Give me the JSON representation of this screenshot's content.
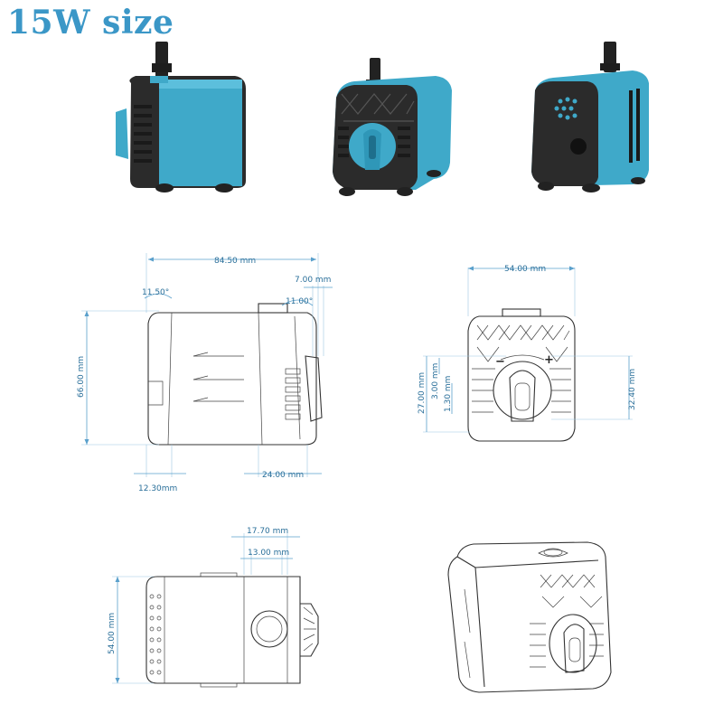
{
  "title": "15W size",
  "colors": {
    "accent_blue": "#3fa9c9",
    "body_black": "#2b2b2b",
    "title_blue": "#3b97c7",
    "dimension_blue": "#2a6f9a"
  },
  "side_view": {
    "dims": {
      "overall_length": "84.50 mm",
      "angle_left": "11.50°",
      "angle_right": "11.00°",
      "knob_depth": "7.00 mm",
      "height": "66.00 mm",
      "bottom_left": "12.30mm",
      "bottom_right": "24.00 mm"
    }
  },
  "front_view": {
    "dims": {
      "width": "54.00 mm",
      "outlet_height": "27.00 mm",
      "gap_a": "3.00 mm",
      "gap_b": "1.30 mm",
      "knob_height": "32.40 mm"
    },
    "symbols": {
      "minus": "−",
      "plus": "+"
    }
  },
  "top_view": {
    "dims": {
      "outer_port": "17.70 mm",
      "inner_port": "13.00 mm",
      "width": "54.00 mm"
    }
  }
}
